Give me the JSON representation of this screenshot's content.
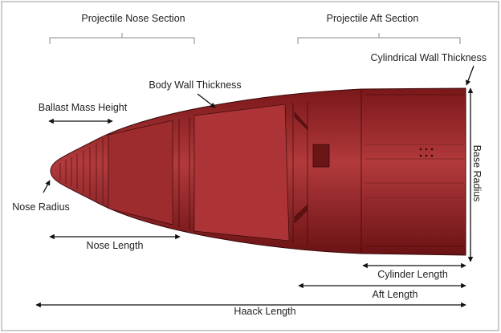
{
  "sections": {
    "nose": "Projectile Nose Section",
    "aft": "Projectile Aft Section"
  },
  "labels": {
    "cylindrical_wall_thickness": "Cylindrical Wall Thickness",
    "body_wall_thickness": "Body Wall Thickness",
    "ballast_mass_height": "Ballast Mass Height",
    "nose_radius": "Nose Radius",
    "nose_length": "Nose Length",
    "base_radius": "Base Radius",
    "cylinder_length": "Cylinder Length",
    "aft_length": "Aft Length",
    "haack_length": "Haack Length"
  },
  "colors": {
    "body": "#a3282b",
    "body_dark": "#6e1416",
    "body_light": "#c0484a"
  }
}
